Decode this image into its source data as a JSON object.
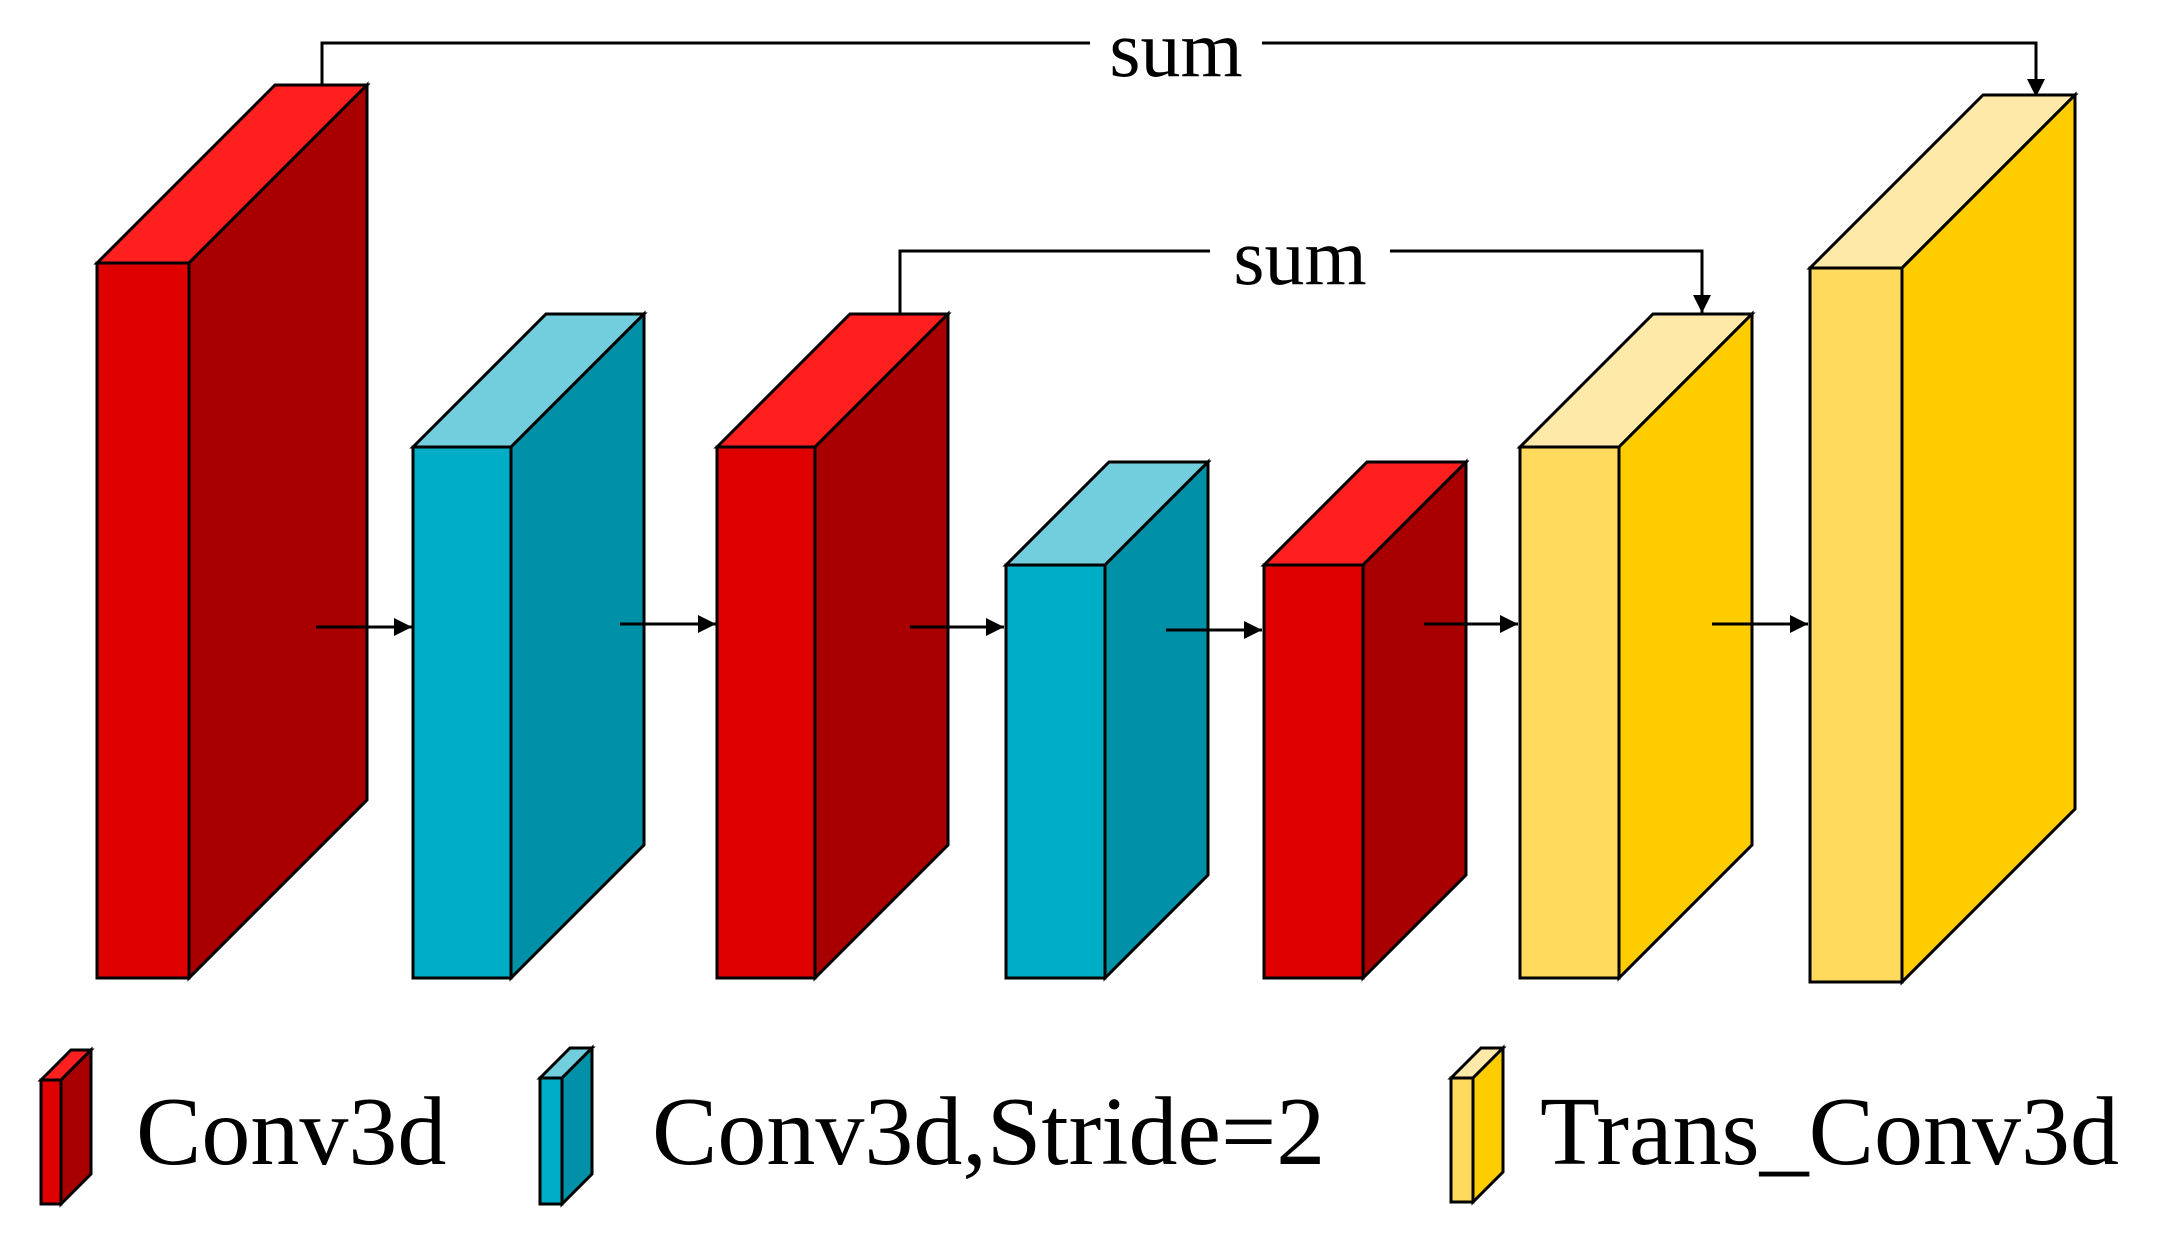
{
  "colors": {
    "conv3d": {
      "front": "#DF0000",
      "side": "#A80000",
      "top": "#FF1F1F"
    },
    "conv3d_stride2": {
      "front": "#00ADC6",
      "side": "#0090A8",
      "top": "#72CEDD"
    },
    "trans_conv3d": {
      "front": "#FFDA5D",
      "side": "#FFCC00",
      "top": "#FFE9A8"
    },
    "stroke": "#000000"
  },
  "blocks": [
    {
      "kind": "conv3d"
    },
    {
      "kind": "conv3d_stride2"
    },
    {
      "kind": "conv3d"
    },
    {
      "kind": "conv3d_stride2"
    },
    {
      "kind": "conv3d"
    },
    {
      "kind": "trans_conv3d"
    },
    {
      "kind": "trans_conv3d"
    }
  ],
  "skip_connections": [
    {
      "from_block": 1,
      "to_block": 7,
      "label": "sum"
    },
    {
      "from_block": 3,
      "to_block": 6,
      "label": "sum"
    }
  ],
  "legend": [
    {
      "kind": "conv3d",
      "label": "Conv3d"
    },
    {
      "kind": "conv3d_stride2",
      "label": "Conv3d,Stride=2"
    },
    {
      "kind": "trans_conv3d",
      "label": "Trans_Conv3d"
    }
  ]
}
